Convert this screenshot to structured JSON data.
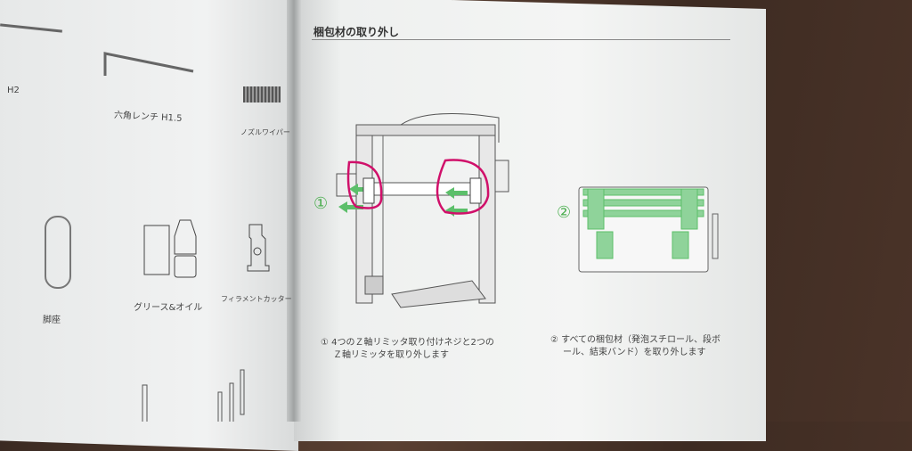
{
  "left_page": {
    "items": [
      {
        "label": "H2"
      },
      {
        "label": "六角レンチ H1.5"
      },
      {
        "label": "ノズルワイパー"
      },
      {
        "label": "脚座"
      },
      {
        "label": "グリース&オイル"
      },
      {
        "label": "フィラメントカッター"
      }
    ]
  },
  "right_page": {
    "title": "梱包材の取り外し",
    "steps": [
      {
        "number": "①",
        "text_line1": "① 4つのＺ軸リミッタ取り付けネジと2つの",
        "text_line2": "Ｚ軸リミッタを取り外します"
      },
      {
        "number": "②",
        "text_line1": "② すべての梱包材（発泡スチロール、段ボ",
        "text_line2": "ール、結束バンド）を取り外します"
      }
    ]
  },
  "colors": {
    "accent_green": "#5cbf6a",
    "annotation_magenta": "#d0106a"
  }
}
